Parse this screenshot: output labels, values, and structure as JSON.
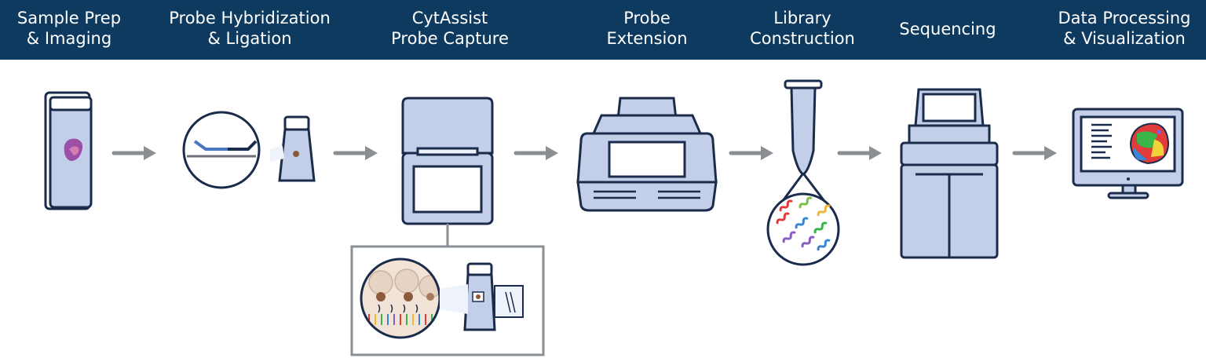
{
  "steps": [
    {
      "line1": "Sample Prep",
      "line2": "& Imaging"
    },
    {
      "line1": "Probe Hybridization",
      "line2": "& Ligation"
    },
    {
      "line1": "CytAssist",
      "line2": "Probe Capture"
    },
    {
      "line1": "Probe",
      "line2": "Extension"
    },
    {
      "line1": "Library",
      "line2": "Construction"
    },
    {
      "line1": "Sequencing",
      "line2": ""
    },
    {
      "line1": "Data Processing",
      "line2": "& Visualization"
    }
  ],
  "colors": {
    "header": "#0f3a5f",
    "outline": "#1b2b4b",
    "fill": "#c3cfe9",
    "arrow": "#8a8f94",
    "tissue": "#8b5a3c"
  }
}
